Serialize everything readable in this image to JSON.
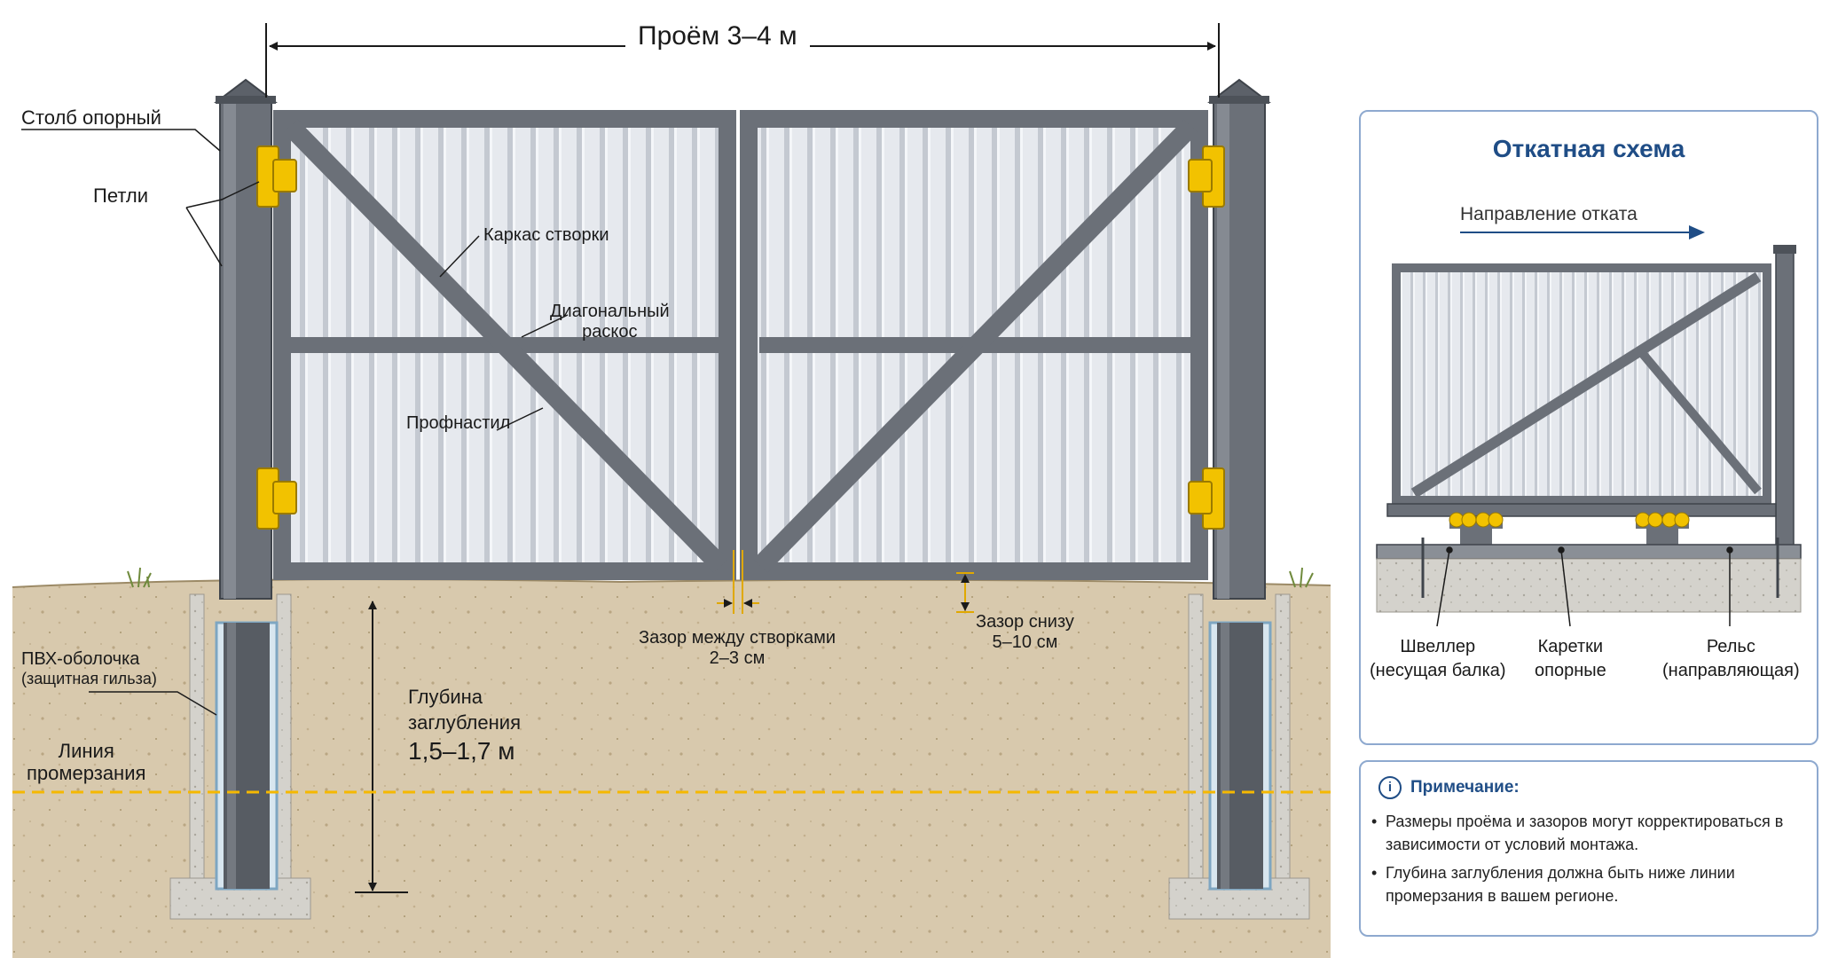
{
  "title": "Проём 3–4 м",
  "labels": {
    "post": "Столб опорный",
    "hinges": "Петли",
    "frame": "Каркас створки",
    "diagonal_line1": "Диагональный",
    "diagonal_line2": "раскос",
    "sheeting": "Профнастил",
    "pvc_line1": "ПВХ-оболочка",
    "pvc_line2": "(защитная гильза)",
    "frost_line1": "Линия",
    "frost_line2": "промерзания",
    "gap_between_title": "Зазор между створками",
    "gap_between_value": "2–3 см",
    "gap_bottom_title": "Зазор снизу",
    "gap_bottom_value": "5–10 см",
    "depth_line1": "Глубина",
    "depth_line2": "заглубления",
    "depth_value": "1,5–1,7 м"
  },
  "sliding_scheme": {
    "title": "Откатная схема",
    "direction": "Направление отката",
    "channel_line1": "Швеллер",
    "channel_line2": "(несущая балка)",
    "carriages_line1": "Каретки",
    "carriages_line2": "опорные",
    "rail_line1": "Рельс",
    "rail_line2": "(направляющая)"
  },
  "note": {
    "icon": "info-icon",
    "title": "Примечание:",
    "items": [
      "Размеры проёма и зазоров могут корректироваться в зависимости от условий монтажа.",
      "Глубина заглубления должна быть ниже линии промерзания в вашем регионе."
    ]
  },
  "colors": {
    "soil": "#d8c9ad",
    "steel": "#6b7078",
    "sheet": "#e6e9ee",
    "hinge": "#f2c200",
    "frost_line": "#f5b800",
    "accent": "#1f4d86",
    "panel_border": "#8ea9cf"
  }
}
